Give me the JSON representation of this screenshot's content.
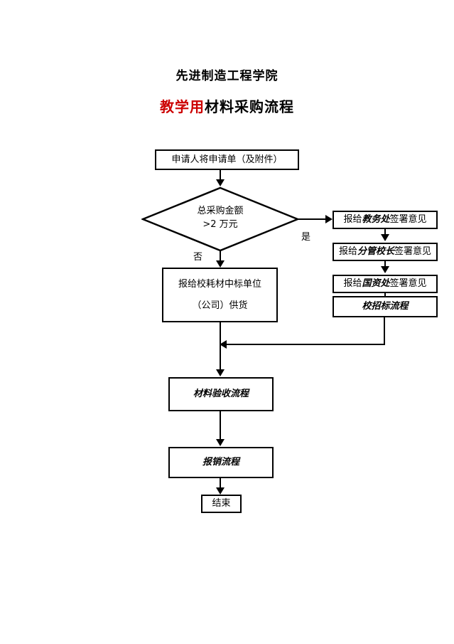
{
  "document": {
    "title_main": "先进制造工程学院",
    "title_sub_accent": "教学用",
    "title_sub_rest": "材料采购流程"
  },
  "chart_data": {
    "type": "diagram",
    "diagram_kind": "flowchart",
    "title": "先进制造工程学院 教学用材料采购流程",
    "orientation": "top-to-bottom with right branch",
    "nodes": [
      {
        "id": "n1",
        "shape": "process",
        "text": "申请人将申请单（及附件）"
      },
      {
        "id": "n2",
        "shape": "decision",
        "text_line1": "总采购金额",
        "text_line2": ">2 万元"
      },
      {
        "id": "n3",
        "shape": "process",
        "text_line1": "报给校耗材中标单位",
        "text_line2": "（公司）供货"
      },
      {
        "id": "n4",
        "shape": "process",
        "text_plain1": "报给",
        "text_italic": "教务处",
        "text_plain2": "签署意见"
      },
      {
        "id": "n5",
        "shape": "process",
        "text_plain1": "报给",
        "text_italic": "分管校长",
        "text_plain2": "签署意见"
      },
      {
        "id": "n6",
        "shape": "process",
        "text_plain1": "报给",
        "text_italic": "国资处",
        "text_plain2": "签署意见"
      },
      {
        "id": "n7",
        "shape": "process",
        "text": "校招标流程"
      },
      {
        "id": "n8",
        "shape": "process",
        "text": "材料验收流程"
      },
      {
        "id": "n9",
        "shape": "process",
        "text": "报销流程"
      },
      {
        "id": "n10",
        "shape": "terminator",
        "text": "结束"
      }
    ],
    "edges": [
      {
        "from": "n1",
        "to": "n2",
        "label": ""
      },
      {
        "from": "n2",
        "to": "n4",
        "label": "是"
      },
      {
        "from": "n2",
        "to": "n3",
        "label": "否"
      },
      {
        "from": "n4",
        "to": "n5",
        "label": ""
      },
      {
        "from": "n5",
        "to": "n6",
        "label": ""
      },
      {
        "from": "n6",
        "to": "n7",
        "label": ""
      },
      {
        "from": "n3",
        "to": "n8",
        "label": ""
      },
      {
        "from": "n7",
        "to": "n8",
        "label": ""
      },
      {
        "from": "n8",
        "to": "n9",
        "label": ""
      },
      {
        "from": "n9",
        "to": "n10",
        "label": ""
      }
    ],
    "edge_labels": {
      "yes": "是",
      "no": "否"
    },
    "colors": {
      "stroke": "#000000",
      "background": "#ffffff",
      "text": "#000000",
      "accent": "#cc0000"
    }
  }
}
